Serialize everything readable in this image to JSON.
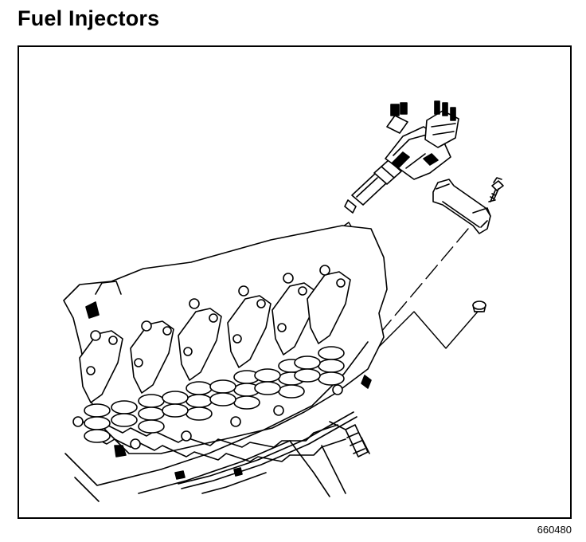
{
  "page": {
    "title": "Fuel Injectors",
    "figure_number": "660480"
  },
  "illustration": {
    "parts": [
      "fuel-injector",
      "injector-hold-down-clamp",
      "clamp-bolt",
      "injector-sleeve-plug",
      "cylinder-head-with-rocker-arms"
    ],
    "ink_color": "#000000",
    "background_color": "#ffffff"
  }
}
